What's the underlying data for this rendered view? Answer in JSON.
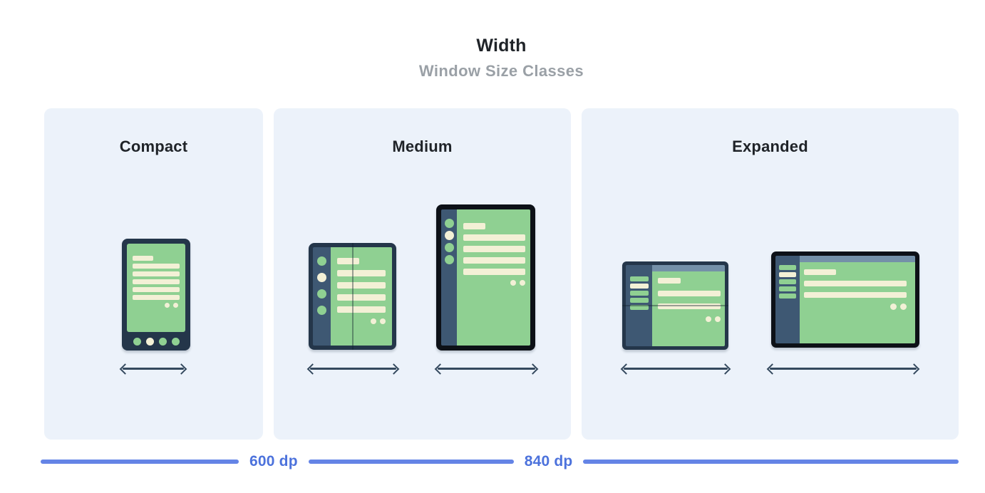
{
  "header": {
    "title": "Width",
    "subtitle": "Window Size Classes"
  },
  "panels": [
    {
      "id": "compact",
      "label": "Compact",
      "devices": [
        "phone-portrait"
      ]
    },
    {
      "id": "medium",
      "label": "Medium",
      "devices": [
        "foldable-portrait",
        "tablet-portrait"
      ]
    },
    {
      "id": "expanded",
      "label": "Expanded",
      "devices": [
        "foldable-landscape",
        "tablet-landscape"
      ]
    }
  ],
  "ruler": {
    "breakpoints": [
      "600 dp",
      "840 dp"
    ]
  },
  "colors": {
    "panel_background": "#ECF2FA",
    "device_frame_navy": "#24364A",
    "device_frame_black": "#0D1117",
    "device_rail_navy": "#3E5873",
    "screen_green": "#8FD092",
    "content_cream": "#F3F0D6",
    "top_bar_blue_gray": "#7490A8",
    "arrow_slate": "#34495E",
    "ruler_line_blue": "#6484E6",
    "ruler_text_blue": "#4C72DC",
    "title_dark": "#1F2328",
    "subtitle_gray": "#9AA0A6"
  }
}
